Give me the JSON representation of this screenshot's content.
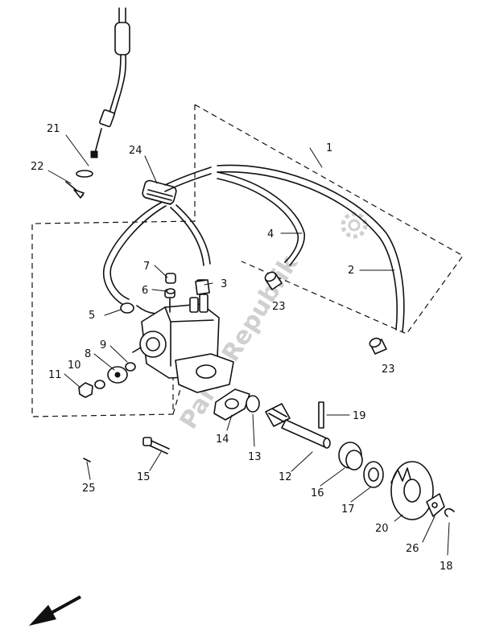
{
  "watermark": {
    "text": "Parts Republik"
  },
  "colors": {
    "ink": "#111111",
    "paper": "#ffffff",
    "watermark": "#d0d0d0"
  },
  "part_numbers": {
    "p1": "1",
    "p2": "2",
    "p3": "3",
    "p4": "4",
    "p5": "5",
    "p6": "6",
    "p7": "7",
    "p8": "8",
    "p9": "9",
    "p10": "10",
    "p11": "11",
    "p12": "12",
    "p13": "13",
    "p14": "14",
    "p15": "15",
    "p16": "16",
    "p17": "17",
    "p18": "18",
    "p19": "19",
    "p20": "20",
    "p21": "21",
    "p22": "22",
    "p23a": "23",
    "p23b": "23",
    "p24": "24",
    "p25": "25",
    "p26": "26"
  },
  "icons": {
    "direction": "front-direction-arrow-icon",
    "watermark_logo": "gear-logo-icon"
  }
}
